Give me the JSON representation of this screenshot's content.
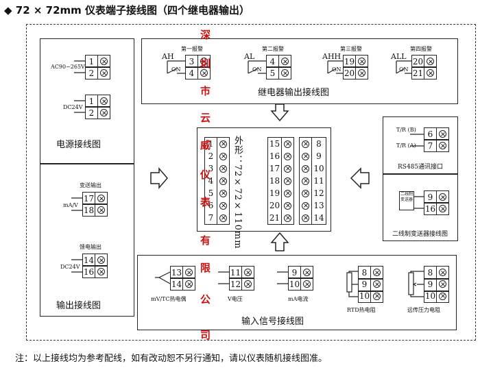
{
  "title": "◆ 72 × 72mm 仪表端子接线图（四个继电器输出）",
  "footer_note": "注：以上接线均为参考配线，如有改动恕不另行通知，请以仪表随机接线图准。",
  "watermark": [
    "深",
    "圳",
    "市",
    "云",
    "威",
    "仪",
    "表",
    "有",
    "限",
    "公",
    "司"
  ],
  "power": {
    "caption": "电源接线图",
    "ac_label": "AC90~265V",
    "dc_label": "DC24V",
    "ac_terms": [
      "1",
      "2"
    ],
    "dc_terms": [
      "1",
      "2"
    ]
  },
  "output": {
    "caption": "输出接线图",
    "transmit_label": "变送输出",
    "transmit_unit": "mA/V",
    "transmit_terms": [
      "17",
      "18"
    ],
    "feed_label": "馈电输出",
    "feed_unit": "DC24V",
    "feed_terms": [
      "14",
      "16"
    ]
  },
  "relay": {
    "caption": "继电器输出接线图",
    "on_label": "ON",
    "groups": [
      {
        "code": "AH",
        "name": "第一报警",
        "terms": [
          "3",
          "4"
        ]
      },
      {
        "code": "AL",
        "name": "第二报警",
        "terms": [
          "4",
          "5"
        ]
      },
      {
        "code": "AHH",
        "name": "第三报警",
        "terms": [
          "19",
          "20"
        ]
      },
      {
        "code": "ALL",
        "name": "第四报警",
        "terms": [
          "20",
          "21"
        ]
      }
    ]
  },
  "rs485": {
    "caption": "RS485通讯接口",
    "b_label": "T/R (B)",
    "a_label": "T/R (A)",
    "terms": [
      "6",
      "7"
    ]
  },
  "two_wire": {
    "caption": "二线制变送器接线图",
    "device": "二线制变送器",
    "terms": [
      "9",
      "16"
    ]
  },
  "center": {
    "vertical_label": "外形：72×72×110mm",
    "col1": [
      "1",
      "2",
      "3",
      "4",
      "5",
      "6",
      "7"
    ],
    "col2": [
      "15",
      "16",
      "17",
      "18",
      "19",
      "20",
      "21"
    ],
    "col3": [
      "8",
      "9",
      "10",
      "11",
      "12",
      "13",
      "14"
    ]
  },
  "input": {
    "caption": "输入信号接线图",
    "groups": [
      {
        "name": "mV/TC热电偶",
        "terms": [
          "13",
          "14"
        ]
      },
      {
        "name": "V电压",
        "terms": [
          "11",
          "12"
        ]
      },
      {
        "name": "mA电流",
        "terms": [
          "9",
          "10"
        ]
      },
      {
        "name": "RTD热电阻",
        "terms": [
          "8",
          "9",
          "10"
        ]
      },
      {
        "name": "远传压力电阻",
        "terms": [
          "8",
          "9",
          "10"
        ]
      }
    ]
  }
}
